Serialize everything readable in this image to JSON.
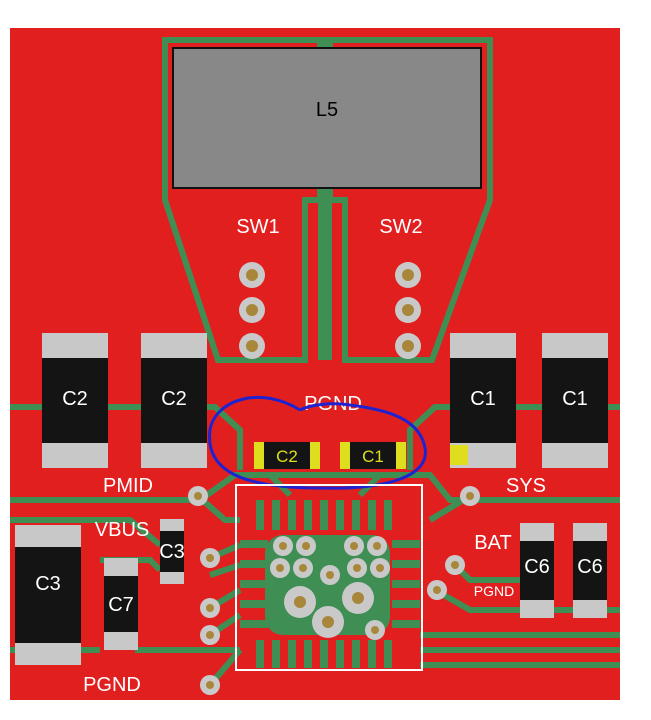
{
  "colors": {
    "board": "#e21f1f",
    "pour": "#d81d1d",
    "trace_outline": "#3f8f55",
    "copper": "#c9c9c9",
    "drill": "#a8873a",
    "component_body": "#141414",
    "pad": "#c8c8c8",
    "small_cap_pad": "#dede1e",
    "inductor_body": "#888888",
    "highlight_ring": "#1e22d0",
    "ic_outline": "#ffffff"
  },
  "inductor": {
    "label": "L5"
  },
  "nets": {
    "sw1": "SW1",
    "sw2": "SW2",
    "pgnd_top": "PGND",
    "pmid": "PMID",
    "sys": "SYS",
    "vbus": "VBUS",
    "bat": "BAT",
    "pgnd_right": "PGND",
    "pgnd_bottom": "PGND"
  },
  "components": {
    "c2_left": "C2",
    "c2_right": "C2",
    "c1_left": "C1",
    "c1_right": "C1",
    "c2_small": "C2",
    "c1_small": "C1",
    "c3_small": "C3",
    "c3_big": "C3",
    "c7": "C7",
    "c6_left": "C6",
    "c6_right": "C6"
  }
}
